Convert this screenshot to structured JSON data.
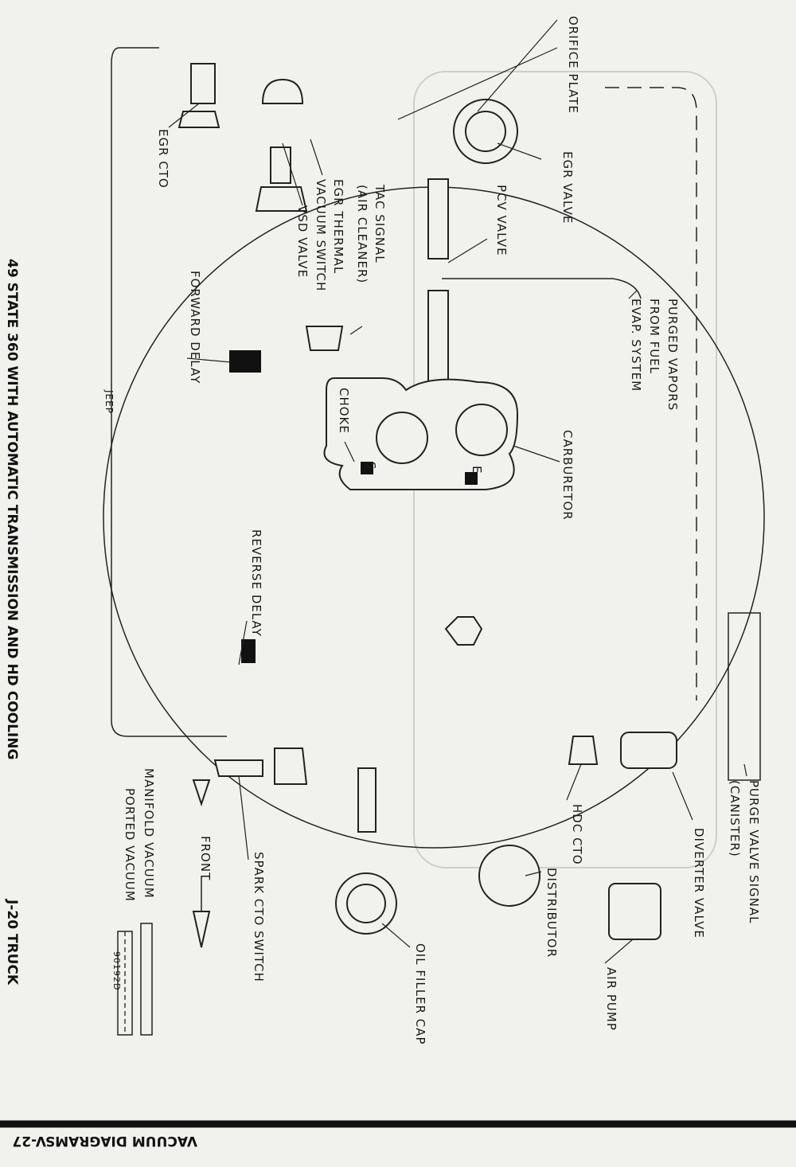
{
  "title": "49 STATE 360 WITH AUTOMATIC TRANSMISSION AND HD COOLING",
  "subtitle": "J-20 TRUCK",
  "footer": {
    "section": "VACUUM DIAGRAMS",
    "page": "V-27"
  },
  "drawing_number": "90192D",
  "brand_mark": "JEEP",
  "labels": {
    "orifice_plate": "ORIFICE PLATE",
    "egr_valve": "EGR VALVE",
    "pcv_valve": "PCV VALVE",
    "tac_signal": [
      "TAC SIGNAL",
      "(AIR CLEANER)"
    ],
    "egr_thermal": [
      "EGR THERMAL",
      "VACUUM SWITCH"
    ],
    "vsd_valve": "VSD VALVE",
    "egr_cto": "EGR CTO",
    "forward_delay": "FORWARD DELAY",
    "choke": "CHOKE",
    "port_s": "S",
    "port_e": "E",
    "carburetor": "CARBURETOR",
    "purged_vapors": [
      "PURGED VAPORS",
      "FROM FUEL",
      "EVAP. SYSTEM"
    ],
    "reverse_delay": "REVERSE DELAY",
    "hdc_cto": "HDC CTO",
    "distributor": "DISTRIBUTOR",
    "oil_filler_cap": "OIL FILLER CAP",
    "spark_cto_switch": "SPARK CTO SWITCH",
    "front": "FRONT",
    "diverter_valve": "DIVERTER VALVE",
    "purge_valve_signal": [
      "PURGE VALVE SIGNAL",
      "(CANISTER)"
    ],
    "air_pump": "AIR PUMP"
  },
  "legend": [
    {
      "label": "MANIFOLD VACUUM",
      "style": "solid-hose"
    },
    {
      "label": "PORTED VACUUM",
      "style": "dashed-hose"
    }
  ]
}
